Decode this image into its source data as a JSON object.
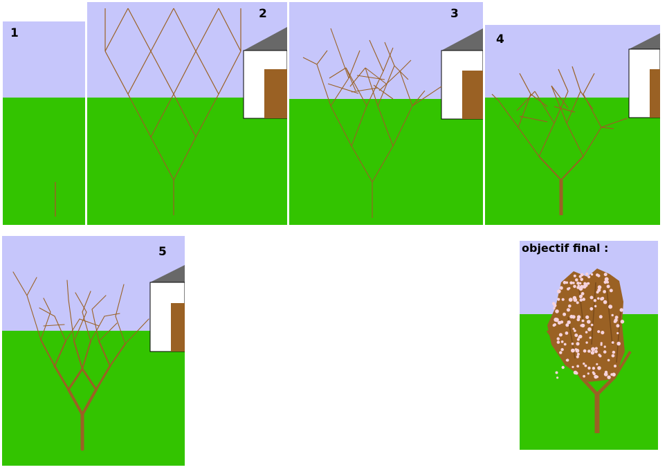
{
  "colors": {
    "sky": "#c6c6fb",
    "grass": "#33c400",
    "trunk": "#9a6124",
    "roof": "#686868",
    "wall": "#ffffff",
    "door": "#9a6124",
    "blossom": "#f6d3dc"
  },
  "panels": [
    {
      "id": "1",
      "label": "1"
    },
    {
      "id": "2",
      "label": "2"
    },
    {
      "id": "3",
      "label": "3"
    },
    {
      "id": "4",
      "label": "4"
    },
    {
      "id": "5",
      "label": "5"
    }
  ],
  "final": {
    "label": "objectif final :"
  }
}
